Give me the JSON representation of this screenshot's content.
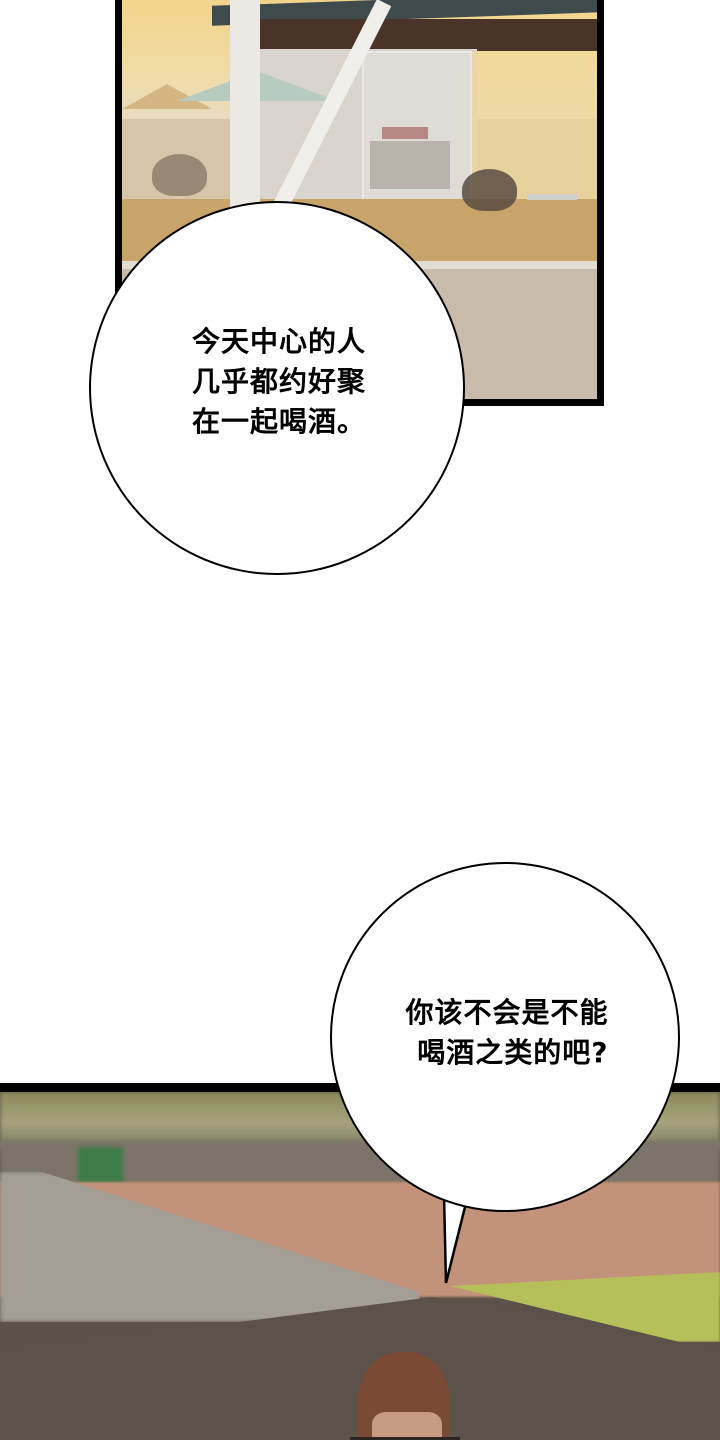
{
  "comic": {
    "panels": [
      {
        "id": "panel-cafe",
        "scene": "outdoor cafe terrace with white poles, umbrellas, wire chairs and glass-front building",
        "border_color": "#000000"
      },
      {
        "id": "panel-park",
        "scene": "blurred park with dirt track, paved path, lawn and a brown-haired character in foreground",
        "border_color": "#000000"
      }
    ],
    "bubbles": [
      {
        "lines": [
          "今天中心的人",
          "几乎都约好聚",
          "在一起喝酒。"
        ],
        "text": "今天中心的人\n几乎都约好聚\n在一起喝酒。"
      },
      {
        "lines": [
          "你该不会是不能",
          "喝酒之类的吧?"
        ],
        "text": "你该不会是不能\n喝酒之类的吧?"
      }
    ]
  },
  "colors": {
    "background": "#ffffff",
    "panel_border": "#000000",
    "bubble_fill": "#ffffff",
    "bubble_stroke": "#000000",
    "text": "#000000"
  }
}
